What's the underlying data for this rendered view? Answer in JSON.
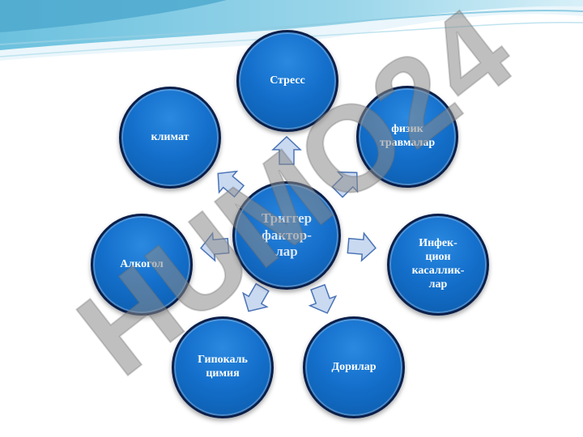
{
  "diagram": {
    "center": {
      "label": "Триггер\nфактор-\nлар"
    },
    "nodes": [
      {
        "id": "stress",
        "label": "Стресс"
      },
      {
        "id": "fizik",
        "label": "физик\nтравмалар"
      },
      {
        "id": "infek",
        "label": "Инфек-\nцион\nкасаллик-\nлар"
      },
      {
        "id": "dorilar",
        "label": "Дорилар"
      },
      {
        "id": "gipokal",
        "label": "Гипокаль\nцимия"
      },
      {
        "id": "alkogol",
        "label": "Алкогол"
      },
      {
        "id": "klimat",
        "label": "климат"
      }
    ]
  },
  "watermark": {
    "text": "HUMO24"
  },
  "colors": {
    "node_fill": "#1470cc",
    "node_border": "#0a1f4a",
    "arrow_fill": "#c9d9f0",
    "arrow_stroke": "#4a73b5",
    "background_wave": "#5bb3d6"
  }
}
